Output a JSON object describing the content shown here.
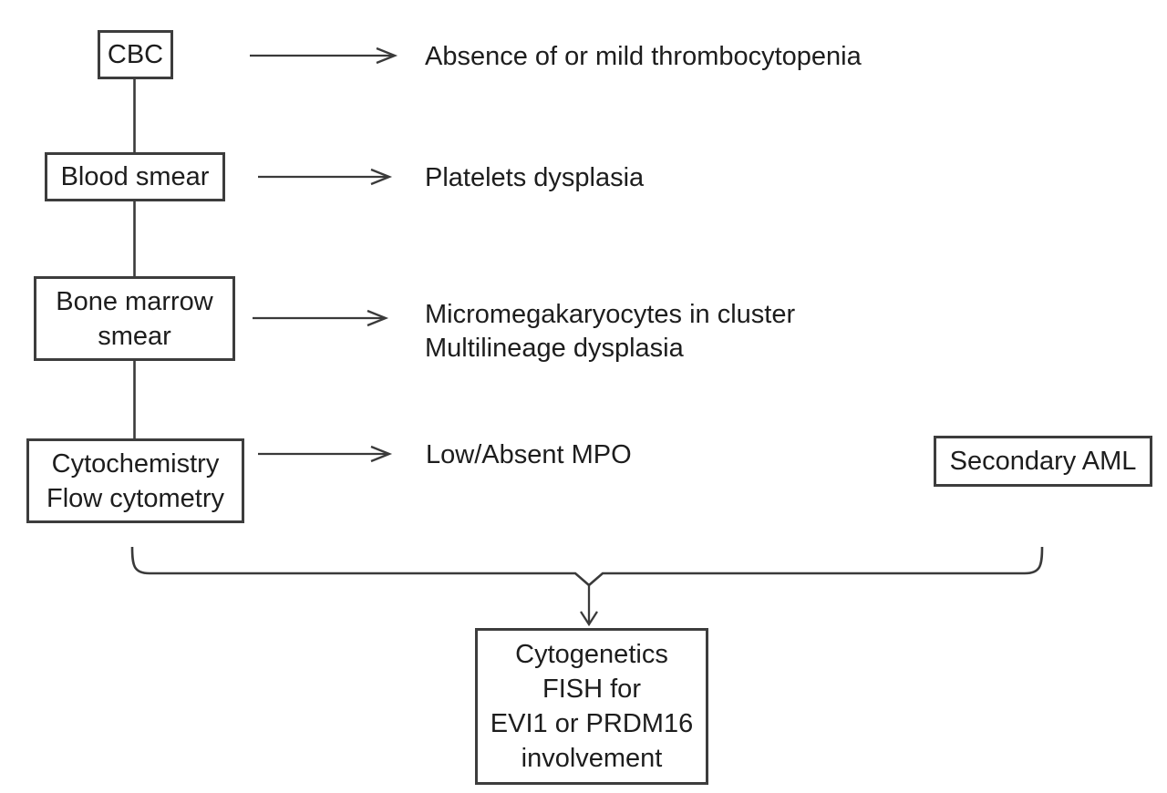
{
  "boxes": {
    "cbc": {
      "label": "CBC"
    },
    "blood_smear": {
      "label": "Blood smear"
    },
    "bone_marrow": {
      "line1": "Bone marrow",
      "line2": "smear"
    },
    "cytochemistry": {
      "line1": "Cytochemistry",
      "line2": "Flow cytometry"
    },
    "secondary_aml": {
      "label": "Secondary AML"
    },
    "cytogenetics": {
      "line1": "Cytogenetics",
      "line2": "FISH for",
      "line3": "EVI1 or PRDM16",
      "line4": "involvement"
    }
  },
  "findings": {
    "cbc": "Absence of or mild thrombocytopenia",
    "blood_smear": "Platelets dysplasia",
    "bone_marrow_line1": "Micromegakaryocytes in cluster",
    "bone_marrow_line2": "Multilineage dysplasia",
    "cytochemistry": "Low/Absent MPO"
  },
  "colors": {
    "line": "#3a3a3a",
    "box_border": "#3d3d3d",
    "text": "#1d1d1d",
    "background": "#ffffff"
  }
}
